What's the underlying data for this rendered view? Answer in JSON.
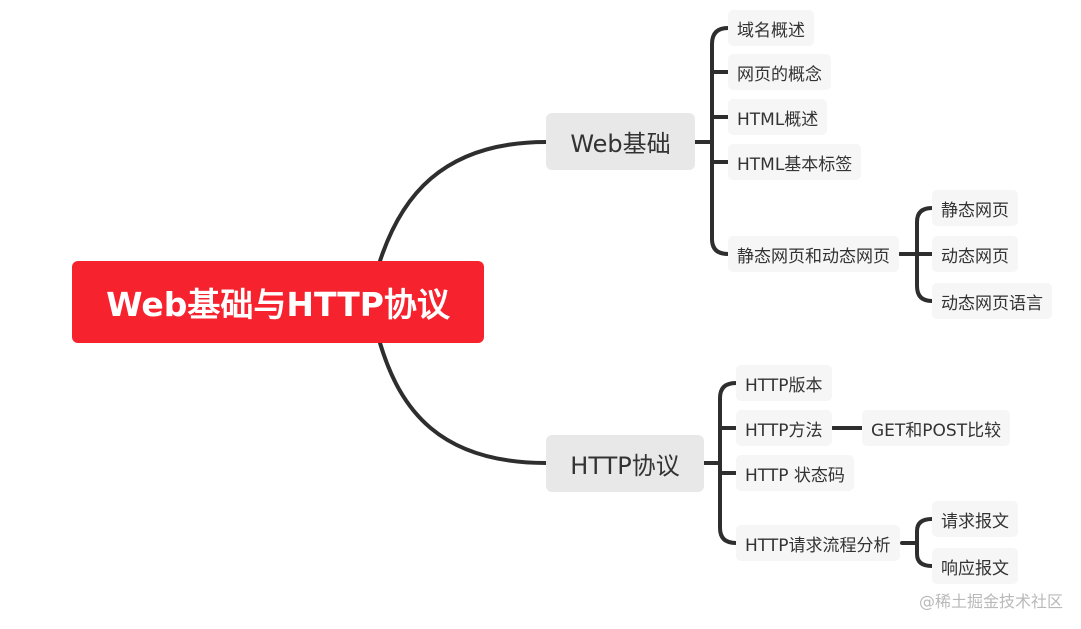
{
  "root": {
    "label": "Web基础与HTTP协议"
  },
  "branches": [
    {
      "label": "Web基础",
      "children": [
        {
          "label": "域名概述"
        },
        {
          "label": "网页的概念"
        },
        {
          "label": "HTML概述"
        },
        {
          "label": "HTML基本标签"
        },
        {
          "label": "静态网页和动态网页",
          "children": [
            {
              "label": "静态网页"
            },
            {
              "label": "动态网页"
            },
            {
              "label": "动态网页语言"
            }
          ]
        }
      ]
    },
    {
      "label": "HTTP协议",
      "children": [
        {
          "label": "HTTP版本"
        },
        {
          "label": "HTTP方法",
          "children": [
            {
              "label": "GET和POST比较"
            }
          ]
        },
        {
          "label": "HTTP 状态码"
        },
        {
          "label": "HTTP请求流程分析",
          "children": [
            {
              "label": "请求报文"
            },
            {
              "label": "响应报文"
            }
          ]
        }
      ]
    }
  ],
  "watermark": "@稀土掘金技术社区",
  "colors": {
    "root": "#f6222e",
    "branch": "#e8e8e8",
    "leaf": "#f6f6f6",
    "line": "#2e2e2e"
  }
}
